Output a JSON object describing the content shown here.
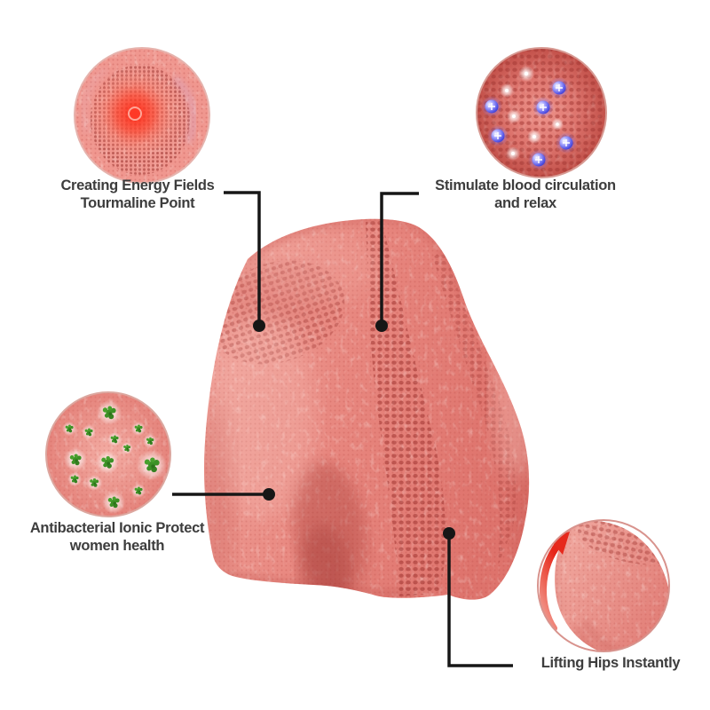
{
  "diagram": {
    "type": "product-feature-callout",
    "product": "pink seamless knitted shaping shorts",
    "features": {
      "tourmaline": {
        "line1": "Creating Energy Fields",
        "line2": "Tourmaline Point",
        "detail": "red energy glow on fabric"
      },
      "circulation": {
        "line1": "Stimulate blood circulation",
        "line2": "and relax",
        "detail": "blue glowing ion beads on fabric"
      },
      "antibacterial": {
        "line1": "Antibacterial Ionic Protect",
        "line2": "women health",
        "detail": "green antibacterial particles on fabric"
      },
      "lifting": {
        "line1": "Lifting Hips Instantly",
        "detail": "red arrow curving up along hip"
      }
    }
  },
  "colors": {
    "page_bg": "#ffffff",
    "label_text": "#3d3d3d",
    "connector_black": "#161616",
    "fabric_base": "#e8938c",
    "fabric_light": "#f5beb5",
    "fabric_dark": "#c24f4a",
    "mesh_deep": "#a83a36",
    "glow_red": "#ff2613",
    "bead_blue": "#4a4ae0",
    "particle_green": "#3d9126",
    "arrow_red": "#e6291c",
    "ring_pink": "#e0a49d"
  }
}
